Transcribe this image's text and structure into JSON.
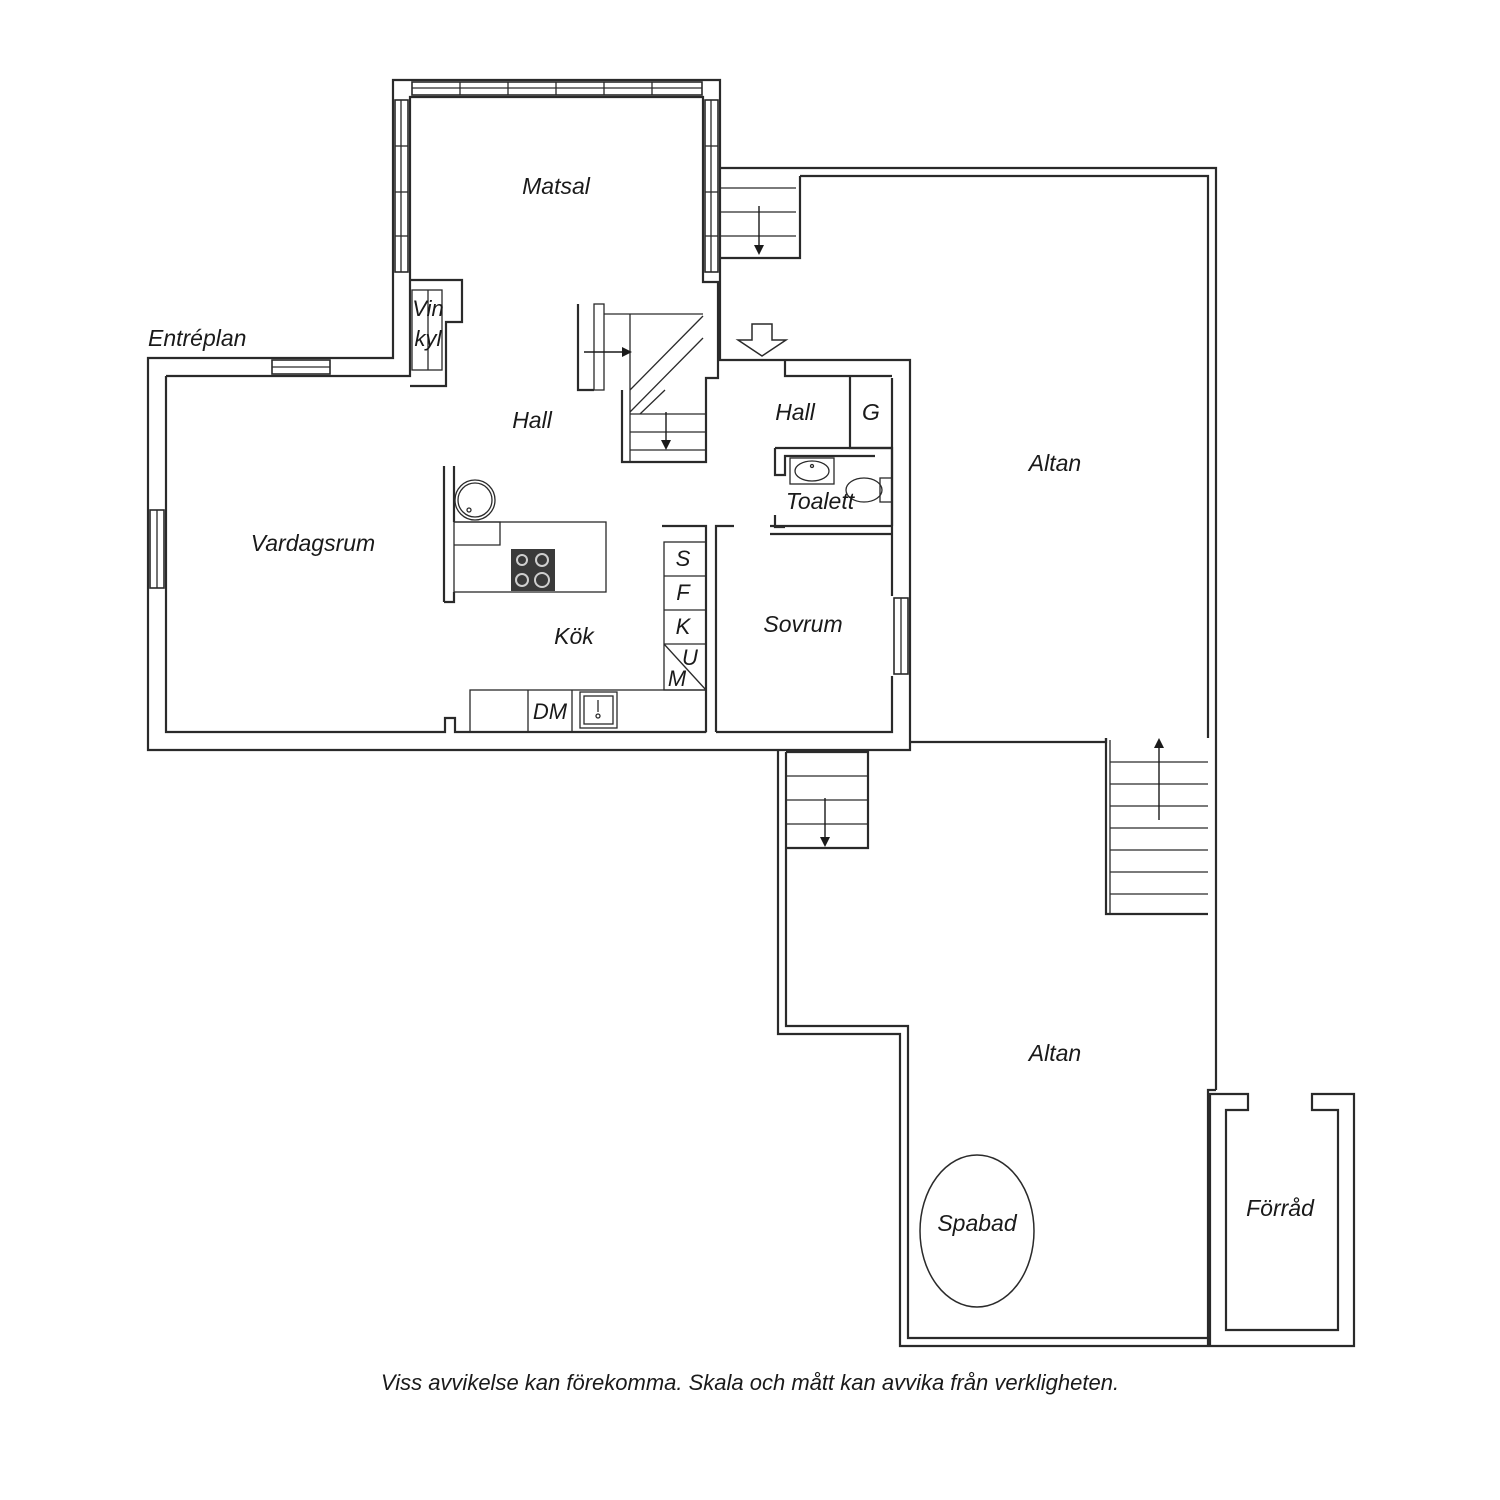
{
  "plan": {
    "level_label": "Entréplan",
    "disclaimer": "Viss avvikelse kan förekomma. Skala och mått kan avvika från verkligheten."
  },
  "rooms": {
    "matsal": "Matsal",
    "vinkyl_line1": "Vin",
    "vinkyl_line2": "kyl",
    "hall_main": "Hall",
    "hall_side": "Hall",
    "garderob": "G",
    "toalett": "Toalett",
    "vardagsrum": "Vardagsrum",
    "kok": "Kök",
    "sovrum": "Sovrum",
    "altan_upper": "Altan",
    "altan_lower": "Altan",
    "spabad": "Spabad",
    "forrad": "Förråd"
  },
  "appliances": {
    "s": "S",
    "f": "F",
    "k": "K",
    "u": "U",
    "m": "M",
    "dm": "DM"
  }
}
